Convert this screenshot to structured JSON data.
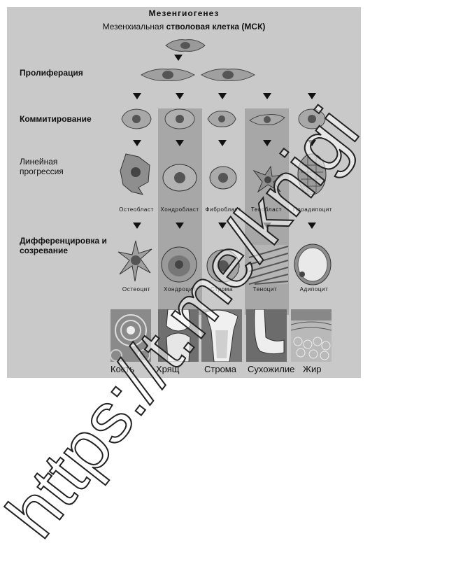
{
  "figure": {
    "title": "Мезенгиогенез",
    "subtitle_prefix": "Мезенхиальная",
    "subtitle_bold": "стволовая клетка (МСК)"
  },
  "stages": {
    "proliferation": "Пролиферация",
    "commitment": "Коммитирование",
    "lineage": "Линейная прогрессия",
    "differentiation": "Дифференцировка и созревание"
  },
  "progenitors": [
    "Остеобласт",
    "Хондробласт",
    "Фибробласт",
    "Тенобласт",
    "Проадипоцит"
  ],
  "mature_cells": [
    "Остеоцит",
    "Хондроцит",
    "Строма",
    "Теноцит",
    "Адипоцит"
  ],
  "tissues": [
    "Кость",
    "Хрящ",
    "Строма",
    "Сухожилие",
    "Жир"
  ],
  "watermark": "https://t.me/knigi",
  "colors": {
    "background": "#c9c9c9",
    "band": "#a7a7a7",
    "watermark": "#ffffff"
  }
}
